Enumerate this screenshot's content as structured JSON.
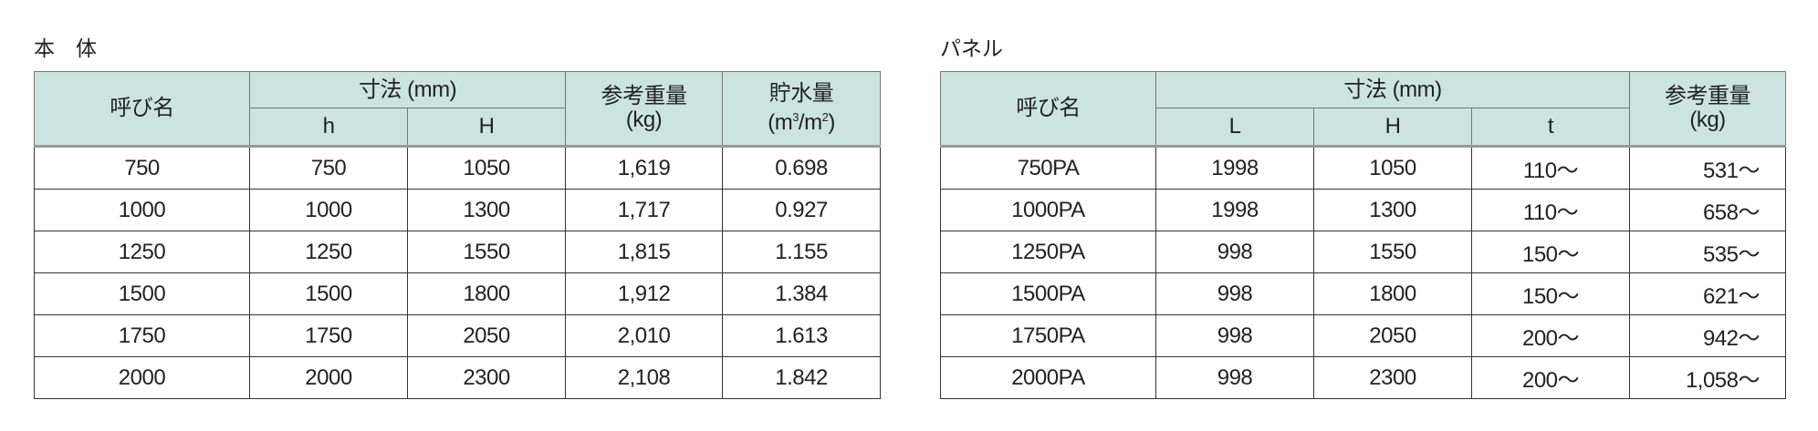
{
  "body_table": {
    "title": "本　体",
    "headers": {
      "name": "呼び名",
      "dims": "寸法 (mm)",
      "h": "h",
      "H": "H",
      "weight": "参考重量",
      "weight_unit": "(kg)",
      "water": "貯水量",
      "water_unit_m": "(m",
      "water_unit_3": "3",
      "water_unit_mid": "/m",
      "water_unit_2": "2",
      "water_unit_end": ")"
    },
    "rows": [
      [
        "750",
        "750",
        "1050",
        "1,619",
        "0.698"
      ],
      [
        "1000",
        "1000",
        "1300",
        "1,717",
        "0.927"
      ],
      [
        "1250",
        "1250",
        "1550",
        "1,815",
        "1.155"
      ],
      [
        "1500",
        "1500",
        "1800",
        "1,912",
        "1.384"
      ],
      [
        "1750",
        "1750",
        "2050",
        "2,010",
        "1.613"
      ],
      [
        "2000",
        "2000",
        "2300",
        "2,108",
        "1.842"
      ]
    ]
  },
  "panel_table": {
    "title": "パネル",
    "headers": {
      "name": "呼び名",
      "dims": "寸法 (mm)",
      "L": "L",
      "H": "H",
      "t": "t",
      "weight": "参考重量",
      "weight_unit": "(kg)"
    },
    "rows": [
      [
        "750PA",
        "1998",
        "1050",
        "110〜",
        "531〜"
      ],
      [
        "1000PA",
        "1998",
        "1300",
        "110〜",
        "658〜"
      ],
      [
        "1250PA",
        "998",
        "1550",
        "150〜",
        "535〜"
      ],
      [
        "1500PA",
        "998",
        "1800",
        "150〜",
        "621〜"
      ],
      [
        "1750PA",
        "998",
        "2050",
        "200〜",
        "942〜"
      ],
      [
        "2000PA",
        "998",
        "2300",
        "200〜",
        "1,058〜"
      ]
    ]
  }
}
